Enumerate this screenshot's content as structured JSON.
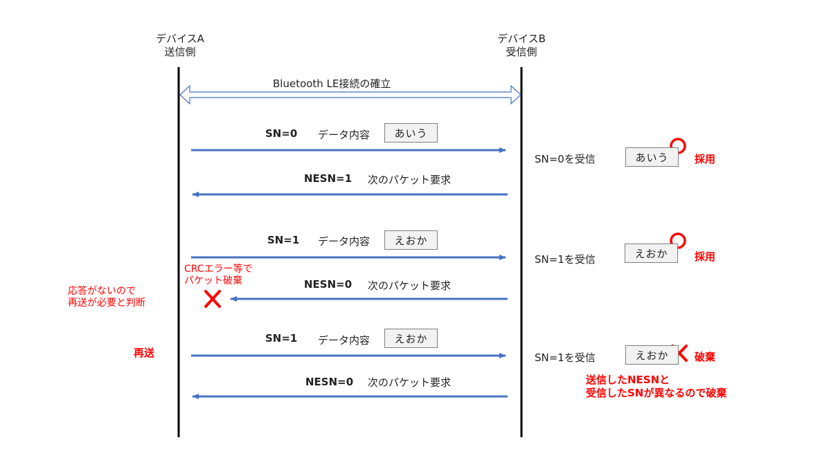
{
  "device_a": {
    "name": "デバイスA",
    "role": "送信側"
  },
  "device_b": {
    "name": "デバイスB",
    "role": "受信側"
  },
  "connection_label": "Bluetooth LE接続の確立",
  "exchanges": [
    {
      "sn_label": "SN=0",
      "data_label": "データ内容",
      "payload": "あいう",
      "response_label": "NESN=1",
      "response_text": "次のパケット要求",
      "received_label": "SN=0を受信",
      "received_payload": "あいう",
      "result": "採用",
      "result_mark": "circle"
    },
    {
      "sn_label": "SN=1",
      "data_label": "データ内容",
      "payload": "えおか",
      "response_label": "NESN=0",
      "response_text": "次のパケット要求",
      "received_label": "SN=1を受信",
      "received_payload": "えおか",
      "result": "採用",
      "result_mark": "circle"
    },
    {
      "sn_label": "SN=1",
      "data_label": "データ内容",
      "payload": "えおか",
      "response_label": "NESN=0",
      "response_text": "次のパケット要求",
      "received_label": "SN=1を受信",
      "received_payload": "えおか",
      "result": "破棄",
      "result_mark": "cross"
    }
  ],
  "annotations": {
    "crc_error": [
      "CRCエラー等で",
      "パケット破棄"
    ],
    "no_response": [
      "応答がないので",
      "再送が必要と判断"
    ],
    "resend": "再送",
    "discard_reason": [
      "送信したNESNと",
      "受信したSNが異なるので破棄"
    ]
  },
  "colors": {
    "arrow": "#4472c4",
    "lifeline": "#000000",
    "highlight": "#ff0000",
    "box_fill": "#f2f2f2"
  }
}
